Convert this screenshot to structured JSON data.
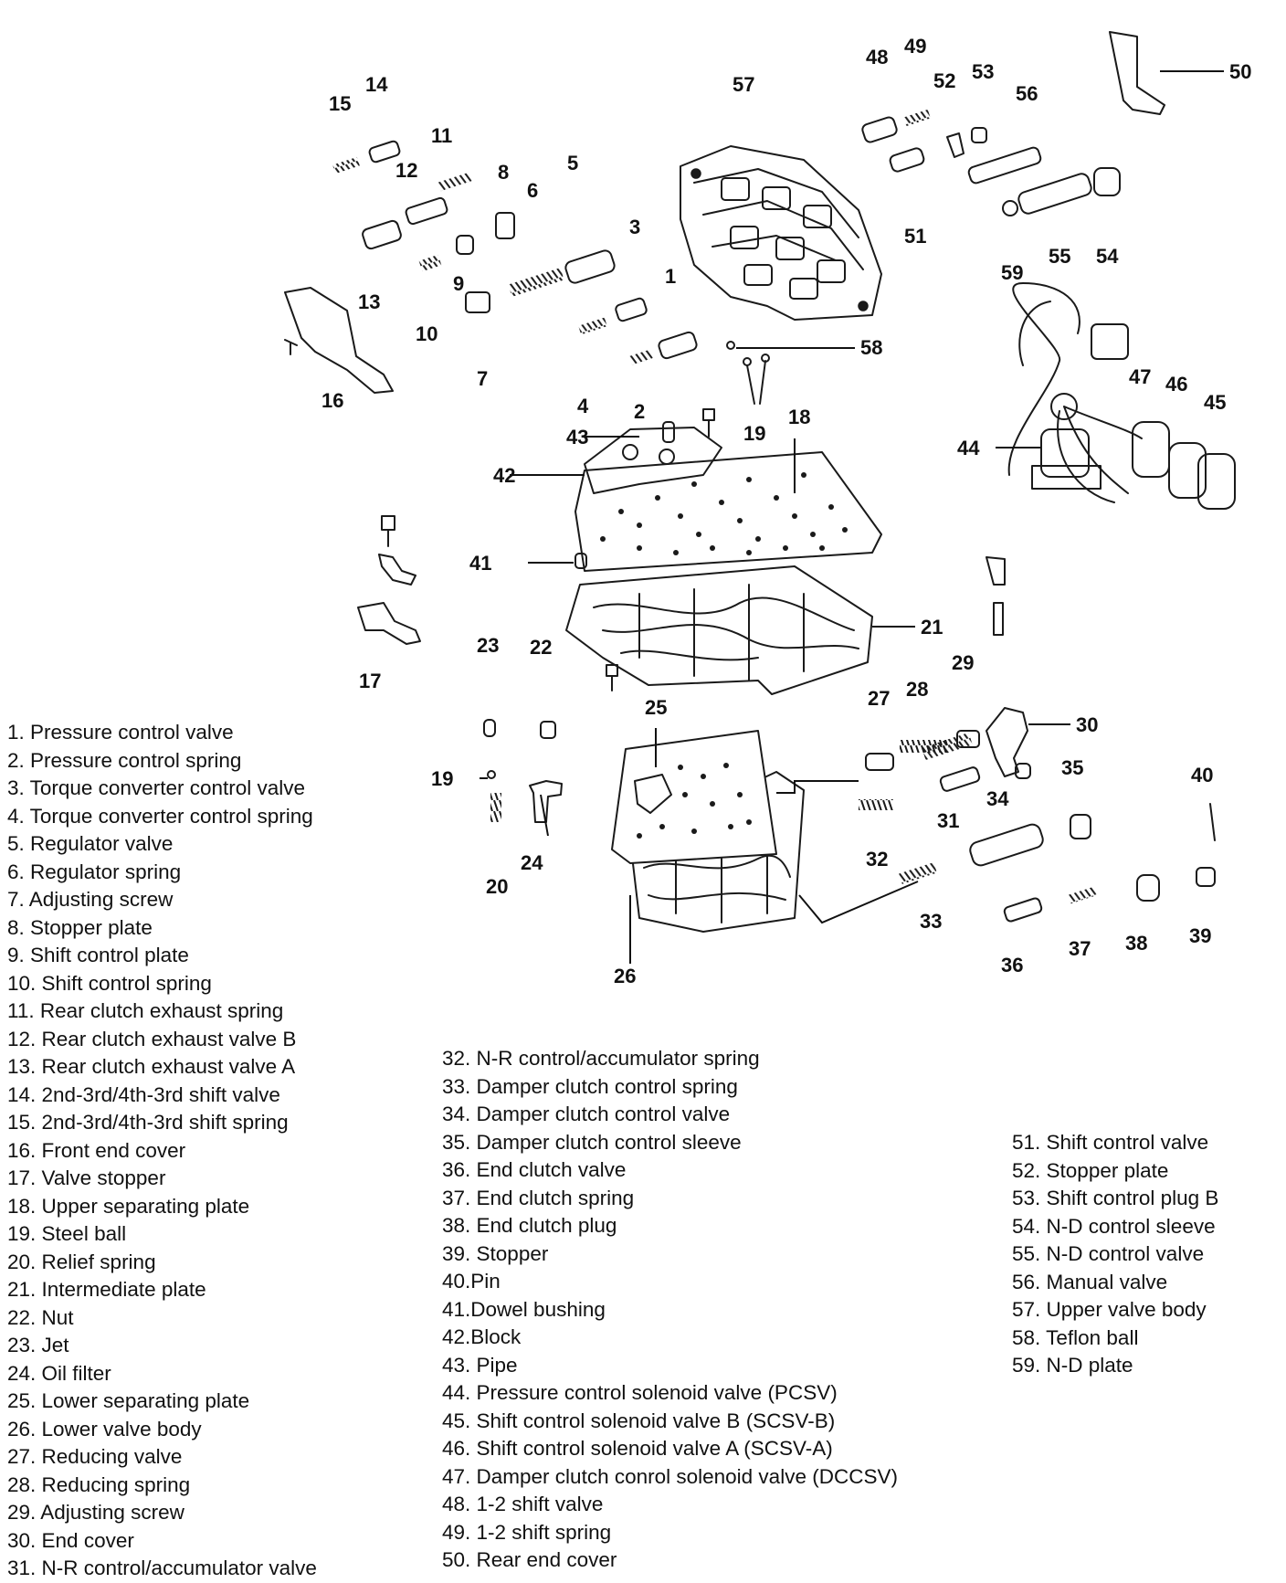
{
  "callouts": [
    {
      "id": "14",
      "label": "14"
    },
    {
      "id": "15",
      "label": "15"
    },
    {
      "id": "11",
      "label": "11"
    },
    {
      "id": "12",
      "label": "12"
    },
    {
      "id": "8",
      "label": "8"
    },
    {
      "id": "5",
      "label": "5"
    },
    {
      "id": "6",
      "label": "6"
    },
    {
      "id": "3",
      "label": "3"
    },
    {
      "id": "9",
      "label": "9"
    },
    {
      "id": "13",
      "label": "13"
    },
    {
      "id": "10",
      "label": "10"
    },
    {
      "id": "1",
      "label": "1"
    },
    {
      "id": "7",
      "label": "7"
    },
    {
      "id": "16",
      "label": "16"
    },
    {
      "id": "4",
      "label": "4"
    },
    {
      "id": "2",
      "label": "2"
    },
    {
      "id": "43",
      "label": "43"
    },
    {
      "id": "42",
      "label": "42"
    },
    {
      "id": "41",
      "label": "41"
    },
    {
      "id": "17",
      "label": "17"
    },
    {
      "id": "23",
      "label": "23"
    },
    {
      "id": "22",
      "label": "22"
    },
    {
      "id": "57",
      "label": "57"
    },
    {
      "id": "48",
      "label": "48"
    },
    {
      "id": "49",
      "label": "49"
    },
    {
      "id": "52",
      "label": "52"
    },
    {
      "id": "53",
      "label": "53"
    },
    {
      "id": "56",
      "label": "56"
    },
    {
      "id": "50",
      "label": "50"
    },
    {
      "id": "51",
      "label": "51"
    },
    {
      "id": "59",
      "label": "59"
    },
    {
      "id": "55",
      "label": "55"
    },
    {
      "id": "54",
      "label": "54"
    },
    {
      "id": "58",
      "label": "58"
    },
    {
      "id": "19a",
      "label": "19"
    },
    {
      "id": "18",
      "label": "18"
    },
    {
      "id": "47",
      "label": "47"
    },
    {
      "id": "46",
      "label": "46"
    },
    {
      "id": "45",
      "label": "45"
    },
    {
      "id": "44",
      "label": "44"
    },
    {
      "id": "21",
      "label": "21"
    },
    {
      "id": "29",
      "label": "29"
    },
    {
      "id": "25",
      "label": "25"
    },
    {
      "id": "27",
      "label": "27"
    },
    {
      "id": "28",
      "label": "28"
    },
    {
      "id": "30",
      "label": "30"
    },
    {
      "id": "19b",
      "label": "19"
    },
    {
      "id": "35",
      "label": "35"
    },
    {
      "id": "40",
      "label": "40"
    },
    {
      "id": "31",
      "label": "31"
    },
    {
      "id": "34",
      "label": "34"
    },
    {
      "id": "24",
      "label": "24"
    },
    {
      "id": "20",
      "label": "20"
    },
    {
      "id": "32",
      "label": "32"
    },
    {
      "id": "33",
      "label": "33"
    },
    {
      "id": "36",
      "label": "36"
    },
    {
      "id": "37",
      "label": "37"
    },
    {
      "id": "38",
      "label": "38"
    },
    {
      "id": "39",
      "label": "39"
    },
    {
      "id": "26",
      "label": "26"
    }
  ],
  "legend": {
    "left": [
      "1. Pressure control valve",
      "2. Pressure control spring",
      "3. Torque converter control valve",
      "4. Torque converter control spring",
      "5. Regulator valve",
      "6. Regulator spring",
      "7. Adjusting screw",
      "8. Stopper plate",
      "9. Shift control plate",
      "10. Shift control spring",
      "11. Rear clutch exhaust spring",
      "12. Rear clutch exhaust valve B",
      "13. Rear clutch exhaust valve A",
      "14. 2nd-3rd/4th-3rd shift valve",
      "15. 2nd-3rd/4th-3rd shift spring",
      "16. Front end cover",
      "17. Valve stopper",
      "18. Upper separating plate",
      "19. Steel ball",
      "20. Relief spring",
      "21. Intermediate plate",
      "22. Nut",
      "23. Jet",
      "24. Oil filter",
      "25. Lower separating plate",
      "26. Lower valve body",
      "27. Reducing valve",
      "28. Reducing spring",
      "29. Adjusting screw",
      "30. End cover",
      "31. N-R control/accumulator valve"
    ],
    "middle": [
      "32. N-R control/accumulator spring",
      "33. Damper clutch control spring",
      "34. Damper clutch control valve",
      "35. Damper clutch control sleeve",
      "36. End clutch valve",
      "37. End clutch spring",
      "38. End clutch plug",
      "39. Stopper",
      "40.Pin",
      "41.Dowel bushing",
      "42.Block",
      "43. Pipe",
      "44. Pressure control solenoid valve (PCSV)",
      "45. Shift control solenoid valve B (SCSV-B)",
      "46. Shift control solenoid valve A (SCSV-A)",
      "47. Damper clutch conrol solenoid valve (DCCSV)",
      "48. 1-2 shift valve",
      "49. 1-2 shift spring",
      "50. Rear end cover"
    ],
    "right": [
      "51. Shift control valve",
      "52. Stopper plate",
      "53. Shift control plug B",
      "54. N-D control sleeve",
      "55. N-D control valve",
      "56. Manual valve",
      "57. Upper valve body",
      "58. Teflon ball",
      "59. N-D plate"
    ]
  }
}
